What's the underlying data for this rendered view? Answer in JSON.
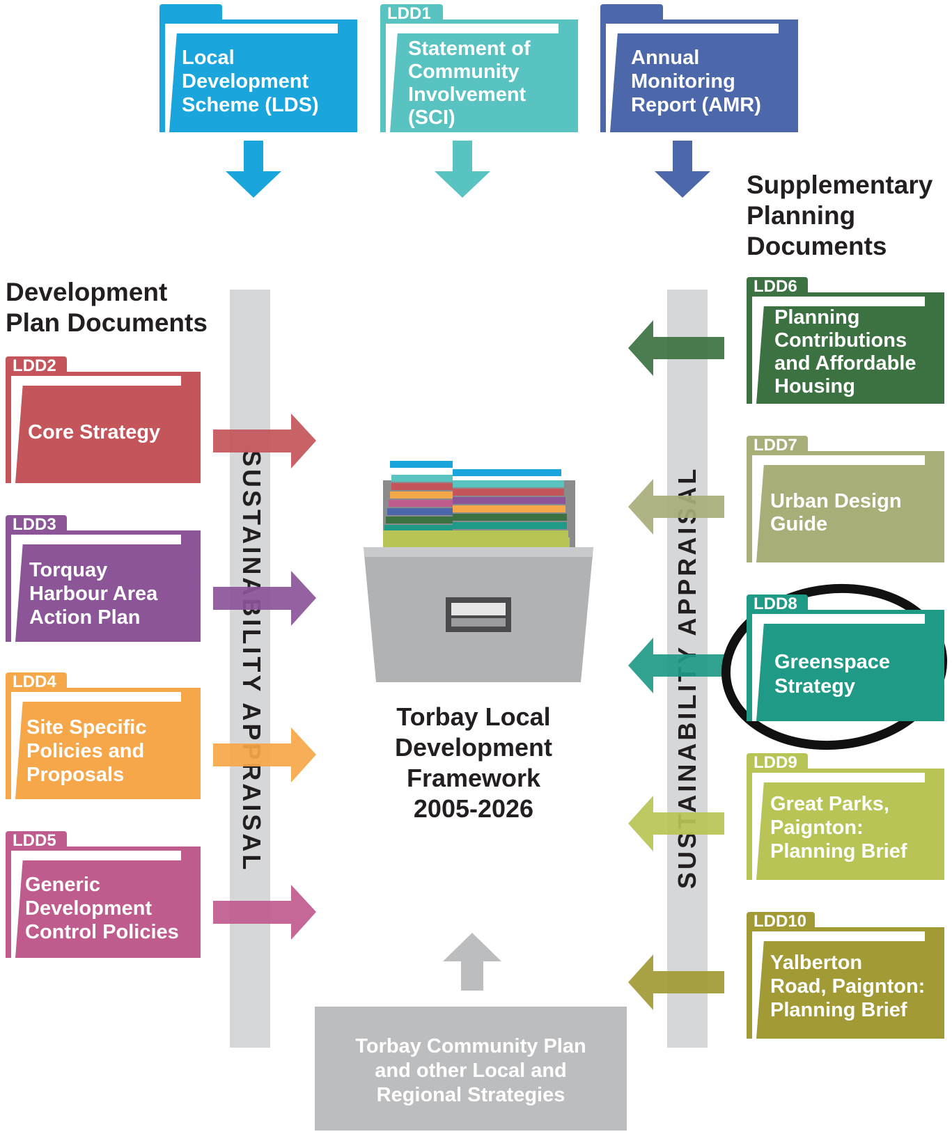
{
  "top_documents": [
    {
      "code": "",
      "lines": [
        "Local",
        "Development",
        "Scheme (LDS)"
      ],
      "color": "#1aa6dc"
    },
    {
      "code": "LDD1",
      "lines": [
        "Statement of",
        "Community",
        "Involvement",
        "(SCI)"
      ],
      "color": "#58c3c1"
    },
    {
      "code": "",
      "lines": [
        "Annual",
        "Monitoring",
        "Report (AMR)"
      ],
      "color": "#4d68aa"
    }
  ],
  "development_plan": {
    "heading_lines": [
      "Development",
      "Plan Documents"
    ],
    "items": [
      {
        "code": "LDD2",
        "lines": [
          "Core Strategy"
        ],
        "color": "#c4555a"
      },
      {
        "code": "LDD3",
        "lines": [
          "Torquay",
          "Harbour Area",
          "Action Plan"
        ],
        "color": "#8b5598"
      },
      {
        "code": "LDD4",
        "lines": [
          "Site Specific",
          "Policies and",
          "Proposals"
        ],
        "color": "#f6a749"
      },
      {
        "code": "LDD5",
        "lines": [
          "Generic",
          "Development",
          "Control Policies"
        ],
        "color": "#c05b8e"
      }
    ]
  },
  "supplementary": {
    "heading_lines": [
      "Supplementary",
      "Planning",
      "Documents"
    ],
    "items": [
      {
        "code": "LDD6",
        "lines": [
          "Planning",
          "Contributions",
          "and Affordable",
          "Housing"
        ],
        "color": "#3c7242"
      },
      {
        "code": "LDD7",
        "lines": [
          "Urban Design",
          "Guide"
        ],
        "color": "#a9ae79"
      },
      {
        "code": "LDD8",
        "lines": [
          "Greenspace",
          "Strategy"
        ],
        "color": "#1e9a86"
      },
      {
        "code": "LDD9",
        "lines": [
          "Great Parks,",
          "Paignton:",
          "Planning Brief"
        ],
        "color": "#b8c455"
      },
      {
        "code": "LDD10",
        "lines": [
          "Yalberton",
          "Road, Paignton:",
          "Planning Brief"
        ],
        "color": "#a29a35"
      }
    ]
  },
  "sustainability_label": "SUSTAINABILITY APPRAISAL",
  "center": {
    "title_lines": [
      "Torbay Local",
      "Development",
      "Framework",
      "2005-2026"
    ]
  },
  "community": {
    "lines": [
      "Torbay Community Plan",
      "and other Local and",
      "Regional Strategies"
    ]
  },
  "colors": {
    "bar": "#d6d7d9",
    "cabinet": "#b1b2b4",
    "community": "#bcbdbf",
    "circle": "#111111",
    "text": "#231f20"
  }
}
